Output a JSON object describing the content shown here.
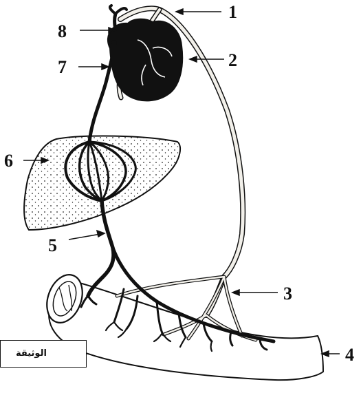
{
  "labels": {
    "n1": "1",
    "n2": "2",
    "n3": "3",
    "n4": "4",
    "n5": "5",
    "n6": "6",
    "n7": "7",
    "n8": "8"
  },
  "document_label": "الوثيقة",
  "colors": {
    "ink": "#111111",
    "vessel_light": "#f2f0ea",
    "background": "#ffffff"
  }
}
